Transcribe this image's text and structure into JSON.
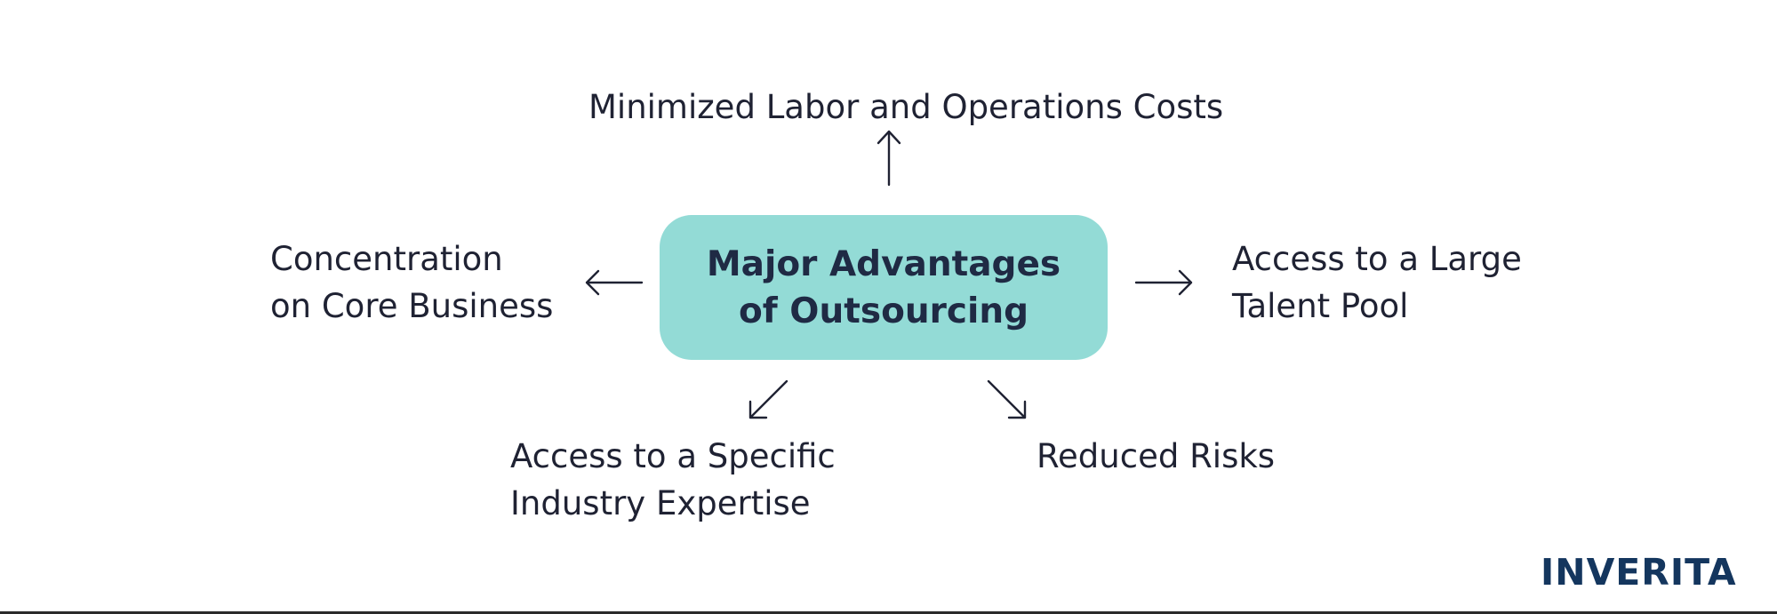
{
  "diagram": {
    "center_title": [
      "Major Advantages",
      "of Outsourcing"
    ],
    "top": "Minimized Labor and Operations Costs",
    "left": [
      "Concentration",
      "on Core Business"
    ],
    "right": [
      "Access to a Large",
      "Talent Pool"
    ],
    "bottom_left": [
      "Access to a Specific",
      "Industry Expertise"
    ],
    "bottom_right": "Reduced Risks"
  },
  "brand": {
    "logo_text": "INVERITA"
  },
  "colors": {
    "center_box": "#93dbd6",
    "text": "#1f2233",
    "logo": "#14365e"
  },
  "icons": [
    "arrow-up-icon",
    "arrow-left-icon",
    "arrow-right-icon",
    "arrow-down-left-icon",
    "arrow-down-right-icon"
  ]
}
